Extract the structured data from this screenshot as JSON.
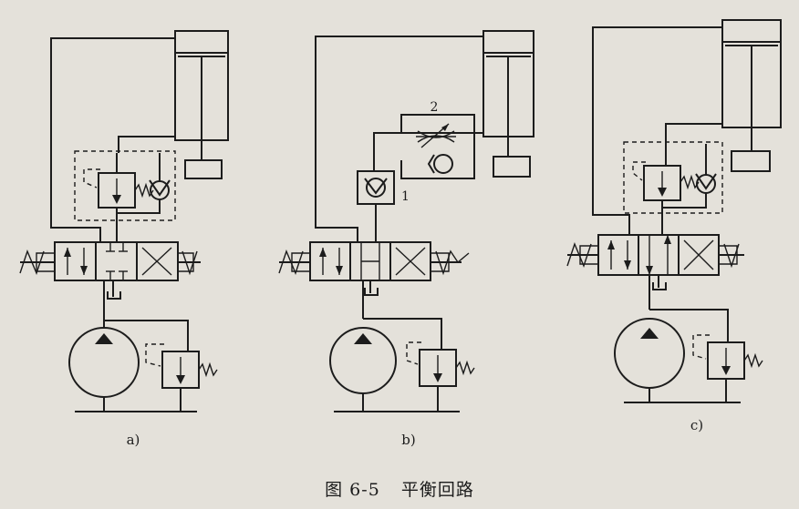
{
  "caption": {
    "figure_no": "图 6-5",
    "title": "平衡回路"
  },
  "panels": [
    {
      "id": "a",
      "label": "a)"
    },
    {
      "id": "b",
      "label": "b)",
      "callouts": [
        "1",
        "2"
      ]
    },
    {
      "id": "c",
      "label": "c)"
    }
  ],
  "icons": [
    "hydraulic-cylinder-icon",
    "sequence-valve-icon",
    "check-valve-icon",
    "directional-valve-icon",
    "hydraulic-pump-icon",
    "relief-valve-icon",
    "throttle-valve-icon",
    "spring-icon",
    "tank-icon"
  ]
}
